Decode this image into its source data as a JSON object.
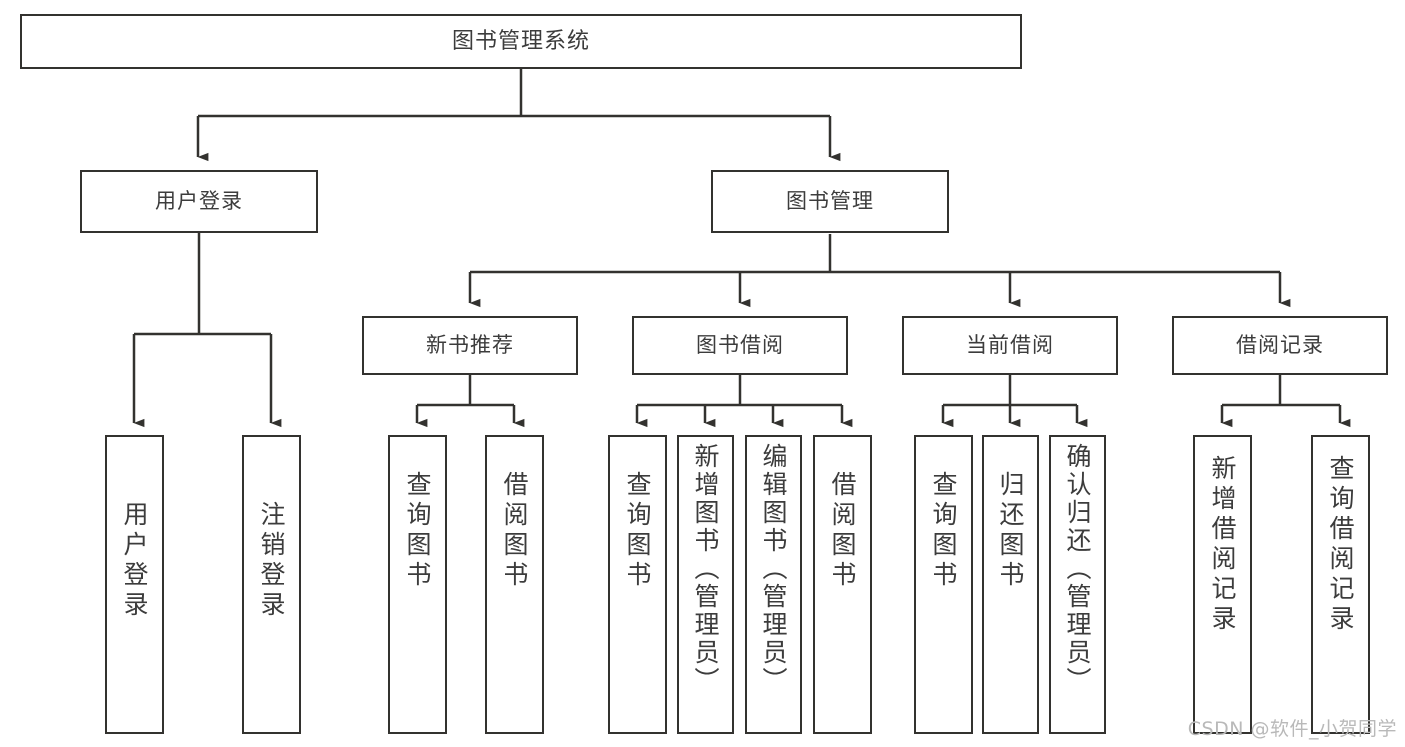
{
  "diagram": {
    "type": "hierarchy-tree",
    "title": "图书管理系统",
    "watermark": "CSDN @软件_小贺同学",
    "colors": {
      "stroke": "#33322f",
      "text": "#3c3c3c",
      "background": "#ffffff",
      "watermark": "#b9b9b9"
    },
    "levels": {
      "root": {
        "label": "图书管理系统"
      },
      "level2": [
        {
          "id": "user-login",
          "label": "用户登录"
        },
        {
          "id": "book-manage",
          "label": "图书管理"
        }
      ],
      "level3": [
        {
          "id": "new-book-recommend",
          "label": "新书推荐",
          "parent": "book-manage"
        },
        {
          "id": "book-borrow",
          "label": "图书借阅",
          "parent": "book-manage"
        },
        {
          "id": "current-borrow",
          "label": "当前借阅",
          "parent": "book-manage"
        },
        {
          "id": "borrow-record",
          "label": "借阅记录",
          "parent": "book-manage"
        }
      ],
      "leaves": [
        {
          "id": "leaf-user-login",
          "label": "用户登录",
          "parent": "user-login"
        },
        {
          "id": "leaf-user-logout",
          "label": "注销登录",
          "parent": "user-login"
        },
        {
          "id": "leaf-query-book-1",
          "label": "查询图书",
          "parent": "new-book-recommend"
        },
        {
          "id": "leaf-borrow-book-1",
          "label": "借阅图书",
          "parent": "new-book-recommend"
        },
        {
          "id": "leaf-query-book-2",
          "label": "查询图书",
          "parent": "book-borrow"
        },
        {
          "id": "leaf-add-book",
          "label": "新增图书（管理员）",
          "parent": "book-borrow"
        },
        {
          "id": "leaf-edit-book",
          "label": "编辑图书（管理员）",
          "parent": "book-borrow"
        },
        {
          "id": "leaf-borrow-book-2",
          "label": "借阅图书",
          "parent": "book-borrow"
        },
        {
          "id": "leaf-query-book-3",
          "label": "查询图书",
          "parent": "current-borrow"
        },
        {
          "id": "leaf-return-book",
          "label": "归还图书",
          "parent": "current-borrow"
        },
        {
          "id": "leaf-confirm-return",
          "label": "确认归还（管理员）",
          "parent": "current-borrow"
        },
        {
          "id": "leaf-add-record",
          "label": "新增借阅记录",
          "parent": "borrow-record"
        },
        {
          "id": "leaf-query-record",
          "label": "查询借阅记录",
          "parent": "borrow-record"
        }
      ]
    }
  }
}
